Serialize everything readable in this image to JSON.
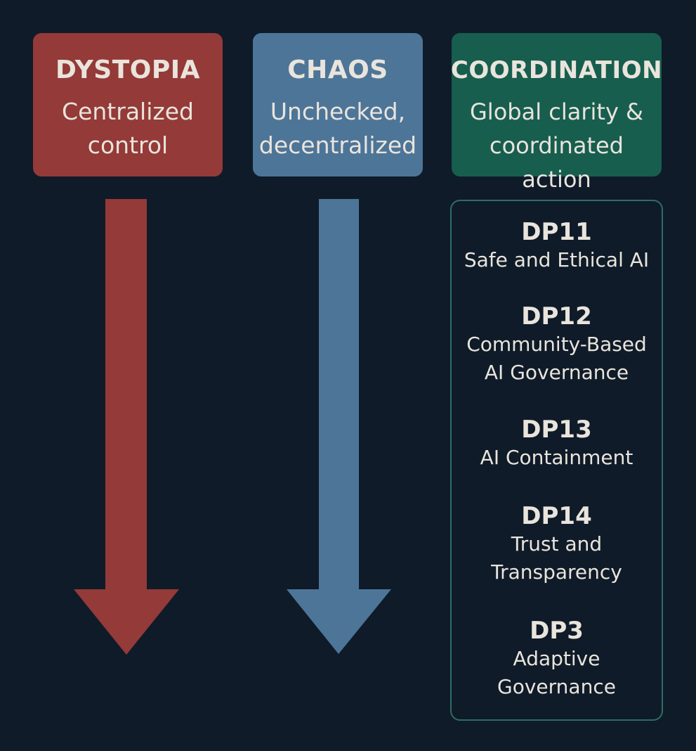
{
  "colors": {
    "background": "#0f1b29",
    "dystopia": "#943a38",
    "chaos": "#4d7598",
    "coordination": "#175e4f",
    "panel_border": "#2e6e63",
    "text": "#e9e4dc"
  },
  "columns": {
    "dystopia": {
      "title": "DYSTOPIA",
      "subtitle_lines": [
        "Centralized",
        "control"
      ]
    },
    "chaos": {
      "title": "CHAOS",
      "subtitle_lines": [
        "Unchecked,",
        "decentralized"
      ]
    },
    "coordination": {
      "title": "COORDINATION",
      "subtitle_lines": [
        "Global clarity &",
        "coordinated action"
      ]
    }
  },
  "principles": [
    {
      "code": "DP11",
      "name_lines": [
        "Safe and Ethical AI"
      ]
    },
    {
      "code": "DP12",
      "name_lines": [
        "Community-Based",
        "AI Governance"
      ]
    },
    {
      "code": "DP13",
      "name_lines": [
        "AI Containment"
      ]
    },
    {
      "code": "DP14",
      "name_lines": [
        "Trust and",
        "Transparency"
      ]
    },
    {
      "code": "DP3",
      "name_lines": [
        "Adaptive",
        "Governance"
      ]
    }
  ]
}
